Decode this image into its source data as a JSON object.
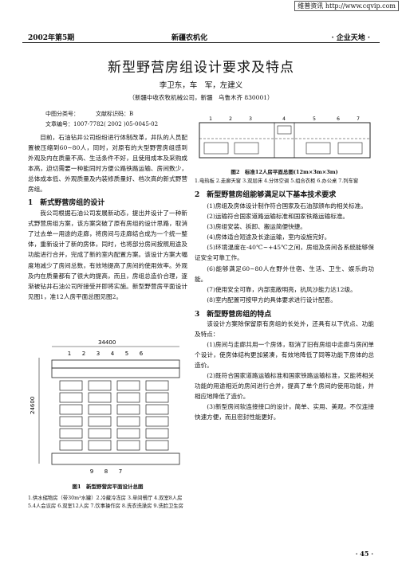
{
  "watermark": "维普资讯 http://www.cqvip.com",
  "header": {
    "left": "2002年第5期",
    "center": "新疆农机化",
    "right": "· 企业天地 ·"
  },
  "title": "新型野营房组设计要求及特点",
  "authors": "李卫东，车　军，左建义",
  "affiliation": "（新疆中收农牧机械公司，新疆　乌鲁木齐 830001）",
  "meta": {
    "clc": "中图分类号：",
    "doc_code": "文献标识码：B",
    "article_no": "文章编号：1007-7782( 2002 )05-0045-02"
  },
  "intro": "目前，石油钻井公司纷纷进行体制改革，井队的人员配置被压缩到60~80人，同时，对原有的大型野营房组感到外观及内在质量不高、生活条件不好，且使用成本及采购成本高，迫切需要一种能同时方便公路铁路运输、房间数少，总体成本低、外观质量及内装修质量好、档次高的新式野营房组。",
  "sec1_title": "1　新式野营房组的设计",
  "sec1_body": "我公司根据石油公司发展新动态，提出并设计了一种新式野营房组方案，该方案突破了原有房组的设计思路，取消了过去单一用途的走廊，将房间与走廊结合成为一个统一整体，重新设计了新的房体，同时，也将部分房间按照用途及功能进行合并，完成了新的室内配置方案。该设计方案大幅度地减少了房间总数，有效地提高了房间的使用效率。外观及内在质量都有了很大的提高，而且，房组总造价合理，逐渐被钻井石油公司所接受并即将实施。新型野营房平面设计见图1，准12人房平面总图见图2。",
  "fig1": {
    "dim_w": "34400",
    "dim_h": "24600",
    "top_nums": [
      "1",
      "2",
      "3",
      "4",
      "5",
      "6"
    ],
    "bottom_nums": [
      "9",
      "8",
      "7"
    ],
    "caption": "图1　新型野营房平面设计总图",
    "legend": "1.供水储物房（带30m³水罐）2.冷藏冷冻房 3.单间餐厅 4.双室8人房 5.4人会议房 6.双室12人房 7.饮事操作房 8.洗衣洗澡房 9.洗脸卫生房"
  },
  "fig2": {
    "nums": [
      "1",
      "2",
      "3",
      "4",
      "5",
      "6",
      "7"
    ],
    "caption": "图2　标准12人房平面总图(12m×3m×3m)",
    "legend": "1.电热板 2.走廊天窗 3.双层床 4.分体空调 5.组合衣柜 6.办公桌 7.列车窗"
  },
  "sec2_title": "2　新型野营房组能够满足以下基本技术要求",
  "sec2_items": [
    "(1)房组及房体设计制作符合国家及石油部颁布的相关标准。",
    "(2)运输符合国家道路运输标准和国家铁路运输标准。",
    "(3)房组安装、拆卸、搬运简便快捷。",
    "(4)房体适合短途及长途运输，室内设施完好。",
    "(5)环境温度在-40℃~+45℃之间，房组及房间各系统能够保证安全可靠工作。",
    "(6)能够满足60~80人在野外住宿、生活、卫生、娱乐的功能。",
    "(7)使用安全可靠，内部宽敞明亮，抗风沙能力达12级。",
    "(8)室内配置可按甲方的具体要求进行设计配套。"
  ],
  "sec3_title": "3　新型野营房组的特点",
  "sec3_intro": "该设计方案除保留原有房组的长处外，还具有以下优点、功能及特点：",
  "sec3_items": [
    "(1)房间与走廊共用一个房体，取消了旧有房组中走廊与房间单个设计，使房体结构更加紧凑，有效地降低了同等功能下房体的总造价。",
    "(2)既符合国家道路运输标准和国家铁路运输标准，又能将相关功能的用途相近的房间进行合并，提高了单个房间的使用功能，并相应地降低了造价。",
    "(3)新型房间软连接接口的设计，简单、实用、美观，不仅连接快速方便，而且密封性能更好。"
  ],
  "page_number": "· 45 ·"
}
